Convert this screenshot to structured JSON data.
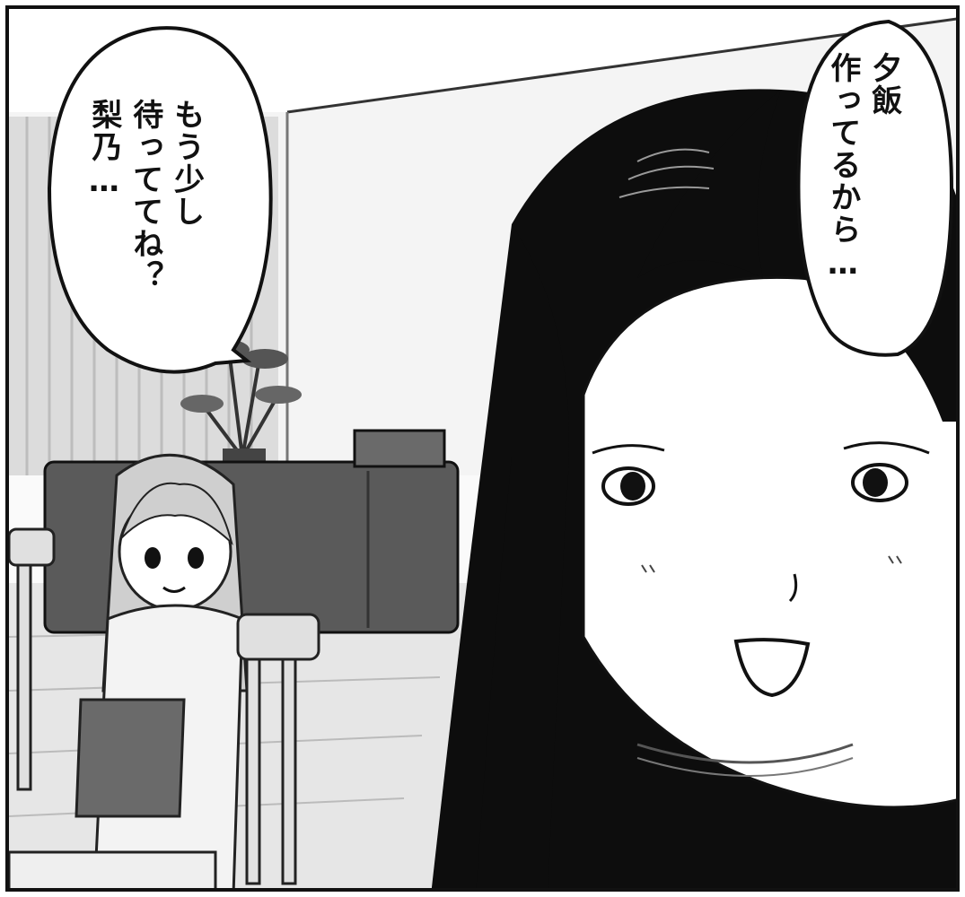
{
  "panel": {
    "left_bubble": {
      "lines": [
        "もう少し",
        "待っててね？",
        "梨乃…"
      ]
    },
    "right_bubble": {
      "lines": [
        "夕飯",
        "作ってるから…"
      ]
    }
  },
  "colors": {
    "ink": "#111111",
    "paper": "#ffffff",
    "sofa": "#5a5a5a",
    "floor": "#e6e6e6"
  }
}
